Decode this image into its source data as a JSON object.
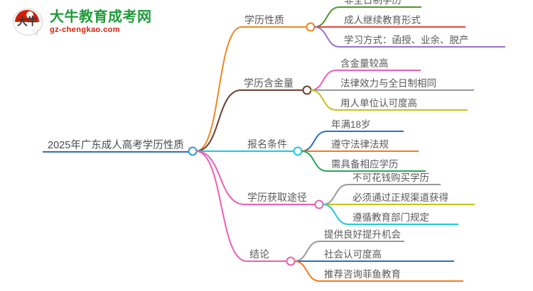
{
  "logo": {
    "mark_text": "大牛",
    "title": "大牛教育成考网",
    "subtitle": "gz-chengkao.com",
    "title_color": "#1f9b3a",
    "subtitle_color": "#d81e06"
  },
  "mindmap": {
    "root": {
      "label": "2025年广东成人高考学历性质",
      "underline_color": "#2f6fb5",
      "node_color": "#2f9fd0"
    },
    "branches": [
      {
        "label": "学历性质",
        "link_color": "#f0871f",
        "node_color": "#f0871f",
        "leaves": [
          {
            "label": "非全日制学历",
            "color": "#4c9a2a"
          },
          {
            "label": "成人继续教育形式",
            "color": "#e8413c"
          },
          {
            "label": "学习方式：函授、业余、脱产",
            "color": "#9b72c9"
          }
        ]
      },
      {
        "label": "学历含金量",
        "link_color": "#6b4332",
        "node_color": "#6b4332",
        "leaves": [
          {
            "label": "含金量较高",
            "color": "#ec5fb5"
          },
          {
            "label": "法律效力与全日制相同",
            "color": "#9a9a9a"
          },
          {
            "label": "用人单位认可度高",
            "color": "#c2c41c"
          }
        ]
      },
      {
        "label": "报名条件",
        "link_color": "#1ec8e0",
        "node_color": "#1ec8e0",
        "leaves": [
          {
            "label": "年满18岁",
            "color": "#2a72bf"
          },
          {
            "label": "遵守法律法规",
            "color": "#f47b20"
          },
          {
            "label": "需具备相应学历",
            "color": "#27a85a"
          }
        ]
      },
      {
        "label": "学历获取途径",
        "link_color": "#ec5fb5",
        "node_color": "#ec5fb5",
        "leaves": [
          {
            "label": "不可花钱购买学历",
            "color": "#9a9a9a"
          },
          {
            "label": "必须通过正规渠道获得",
            "color": "#c2c41c"
          },
          {
            "label": "遵循教育部门规定",
            "color": "#1ec8e0"
          }
        ]
      },
      {
        "label": "结论",
        "link_color": "#ec5fb5",
        "node_color": "#ec5fb5",
        "leaves": [
          {
            "label": "提供良好提升机会",
            "color": "#9a9a9a"
          },
          {
            "label": "社会认可度高",
            "color": "#2a72bf"
          },
          {
            "label": "推荐咨询菲鱼教育",
            "color": "#f47b20"
          }
        ]
      }
    ]
  }
}
